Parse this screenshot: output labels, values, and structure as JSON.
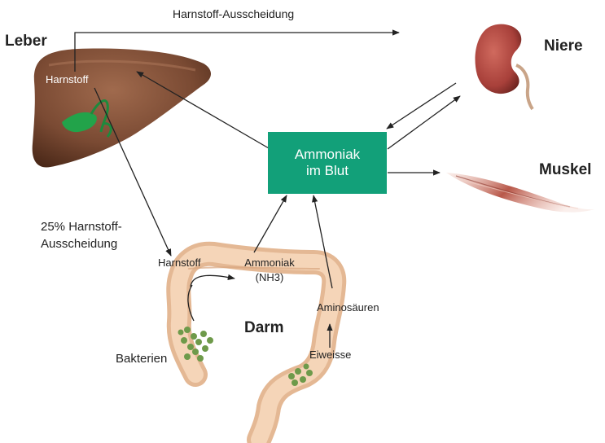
{
  "labels": {
    "top_flow": "Harnstoff-Ausscheidung",
    "liver": "Leber",
    "liver_urea": "Harnstoff",
    "kidney": "Niere",
    "muscle": "Muskel",
    "intestine": "Darm",
    "bacteria": "Bakterien",
    "partial_excretion_line1": "25% Harnstoff-",
    "partial_excretion_line2": "Ausscheidung",
    "gut_urea": "Harnstoff",
    "gut_ammonia_line1": "Ammoniak",
    "gut_ammonia_line2": "(NH3)",
    "amino_acids": "Aminosäuren",
    "protein": "Eiweisse"
  },
  "center_box": {
    "line1": "Ammoniak",
    "line2": "im Blut"
  },
  "colors": {
    "box_fill": "#12a079",
    "box_text": "#ffffff",
    "liver": "#7a4a33",
    "kidney": "#a8403a",
    "muscle": "#b8584a",
    "intestine": "#f0c9a6",
    "gallbladder": "#22a34a",
    "bacteria": "#6e9a4a",
    "arrows": "#222222"
  },
  "icons": [
    "liver-illustration",
    "kidney-illustration",
    "muscle-illustration",
    "intestine-illustration",
    "gallbladder-illustration",
    "bacteria-cluster"
  ]
}
